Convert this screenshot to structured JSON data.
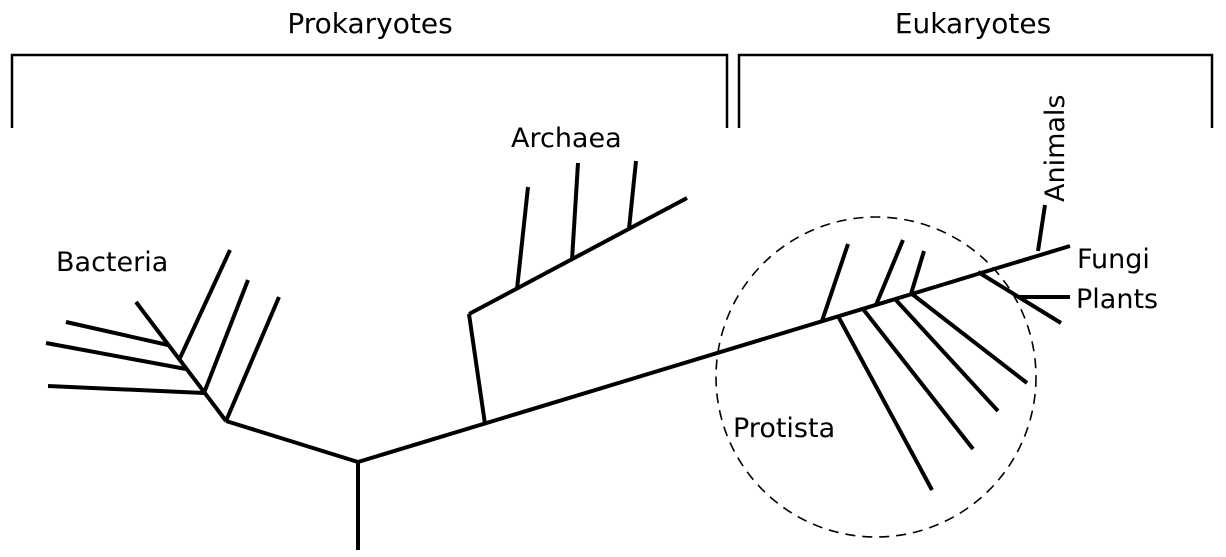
{
  "groups": {
    "prokaryotes": "Prokaryotes",
    "eukaryotes": "Eukaryotes"
  },
  "taxa": {
    "bacteria": "Bacteria",
    "archaea": "Archaea",
    "animals": "Animals",
    "fungi": "Fungi",
    "plants": "Plants",
    "protista": "Protista"
  }
}
